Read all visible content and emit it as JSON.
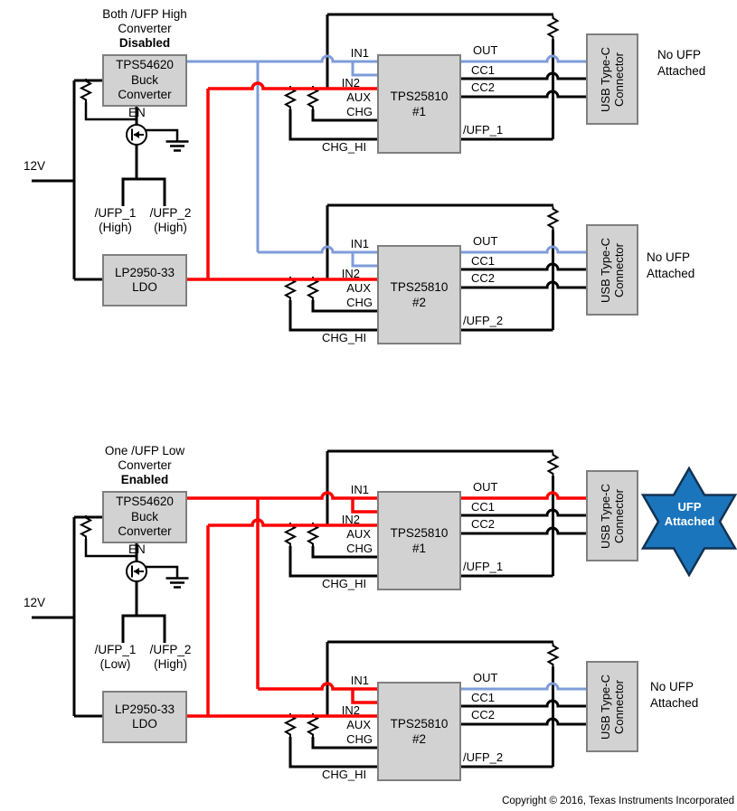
{
  "colors": {
    "wire_black": "#000000",
    "wire_red": "#FF0000",
    "wire_blue": "#7E9CD9",
    "box_fill": "#D2D2D2",
    "box_border": "#7F7F7F",
    "star_fill": "#1B75BC",
    "star_border": "#123252"
  },
  "diagram1": {
    "title": {
      "line1": "Both /UFP High",
      "line2": "Converter",
      "line3": "Disabled"
    },
    "supply_label": "12V",
    "en_label": "EN",
    "converter": {
      "line1": "TPS54620",
      "line2": "Buck",
      "line3": "Converter"
    },
    "ldo": {
      "line1": "LP2950-33",
      "line2": "LDO"
    },
    "ufp_signals": {
      "ufp1": "/UFP_1",
      "ufp1_state": "(High)",
      "ufp2": "/UFP_2",
      "ufp2_state": "(High)"
    },
    "unit1": {
      "chip": {
        "line1": "TPS25810",
        "line2": "#1"
      },
      "pins": {
        "in1": "IN1",
        "in2": "IN2",
        "aux": "AUX",
        "chg": "CHG",
        "chg_hi": "CHG_HI",
        "out": "OUT",
        "cc1": "CC1",
        "cc2": "CC2",
        "ufp": "/UFP_1"
      },
      "connector": {
        "line1": "USB Type-C",
        "line2": "Connector"
      },
      "status": {
        "line1": "No UFP",
        "line2": "Attached"
      }
    },
    "unit2": {
      "chip": {
        "line1": "TPS25810",
        "line2": "#2"
      },
      "pins": {
        "in1": "IN1",
        "in2": "IN2",
        "aux": "AUX",
        "chg": "CHG",
        "chg_hi": "CHG_HI",
        "out": "OUT",
        "cc1": "CC1",
        "cc2": "CC2",
        "ufp": "/UFP_2"
      },
      "connector": {
        "line1": "USB Type-C",
        "line2": "Connector"
      },
      "status": {
        "line1": "No UFP",
        "line2": "Attached"
      }
    }
  },
  "diagram2": {
    "title": {
      "line1": "One /UFP Low",
      "line2": "Converter",
      "line3": "Enabled"
    },
    "supply_label": "12V",
    "en_label": "EN",
    "converter": {
      "line1": "TPS54620",
      "line2": "Buck",
      "line3": "Converter"
    },
    "ldo": {
      "line1": "LP2950-33",
      "line2": "LDO"
    },
    "ufp_signals": {
      "ufp1": "/UFP_1",
      "ufp1_state": "(Low)",
      "ufp2": "/UFP_2",
      "ufp2_state": "(High)"
    },
    "unit1": {
      "chip": {
        "line1": "TPS25810",
        "line2": "#1"
      },
      "pins": {
        "in1": "IN1",
        "in2": "IN2",
        "aux": "AUX",
        "chg": "CHG",
        "chg_hi": "CHG_HI",
        "out": "OUT",
        "cc1": "CC1",
        "cc2": "CC2",
        "ufp": "/UFP_1"
      },
      "connector": {
        "line1": "USB Type-C",
        "line2": "Connector"
      },
      "status": {
        "line1": "UFP",
        "line2": "Attached"
      }
    },
    "unit2": {
      "chip": {
        "line1": "TPS25810",
        "line2": "#2"
      },
      "pins": {
        "in1": "IN1",
        "in2": "IN2",
        "aux": "AUX",
        "chg": "CHG",
        "chg_hi": "CHG_HI",
        "out": "OUT",
        "cc1": "CC1",
        "cc2": "CC2",
        "ufp": "/UFP_2"
      },
      "connector": {
        "line1": "USB Type-C",
        "line2": "Connector"
      },
      "status": {
        "line1": "No UFP",
        "line2": "Attached"
      }
    }
  },
  "footer": {
    "copyright": "Copyright © 2016, Texas Instruments Incorporated"
  }
}
